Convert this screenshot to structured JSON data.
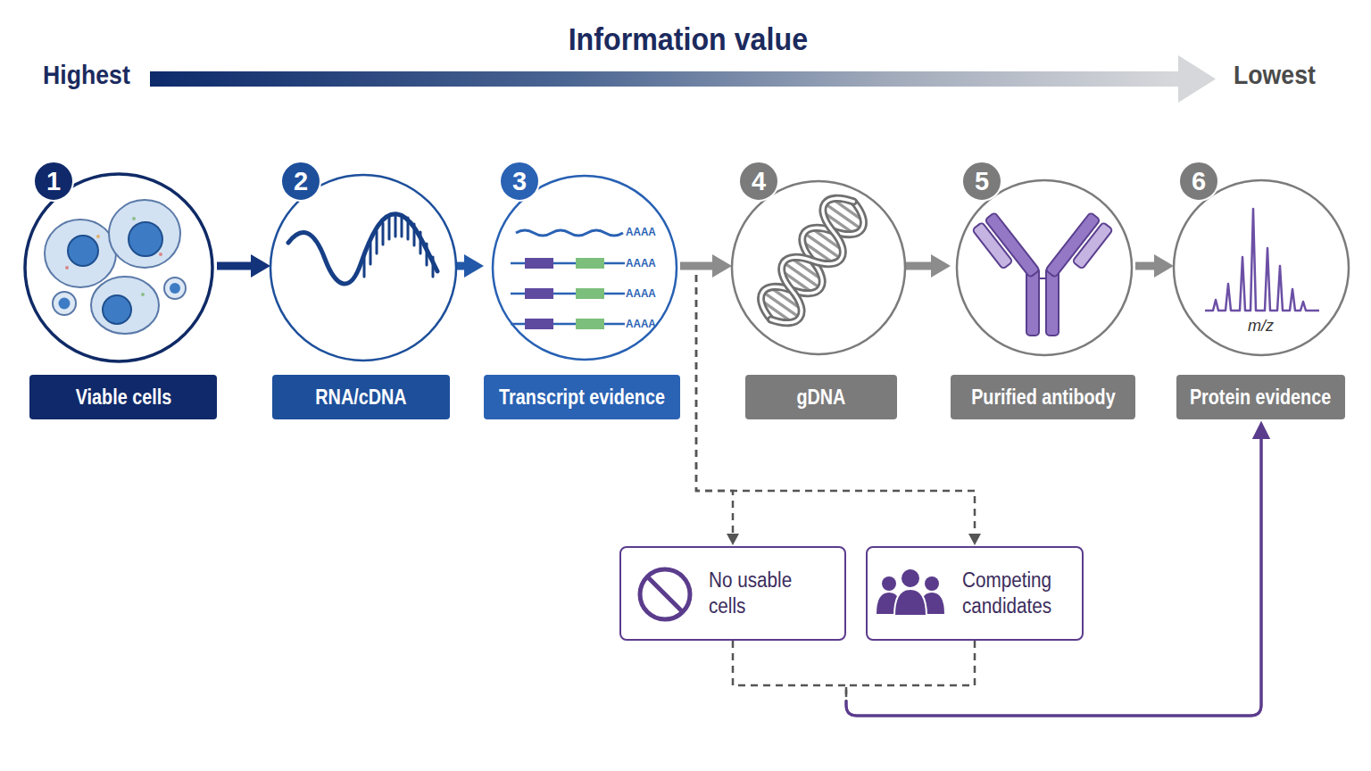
{
  "diagram": {
    "title": "Information value",
    "nodes": [
      {
        "text": [
          "1",
          "Viable cells"
        ]
      },
      {
        "text": [
          "2",
          "RNA/cDNA"
        ]
      },
      {
        "text": [
          "3",
          "Transcript evidence"
        ]
      },
      {
        "text": [
          "4",
          "gDNA"
        ]
      },
      {
        "text": [
          "5",
          "Purified antibody"
        ]
      },
      {
        "text": [
          "6",
          "Protein evidence"
        ]
      },
      {
        "text": [
          "No usable cells"
        ]
      },
      {
        "text": [
          "Competing candidates"
        ]
      }
    ],
    "edges": [
      {
        "from": 0,
        "to": 1,
        "arrow": "to"
      },
      {
        "from": 1,
        "to": 2,
        "arrow": "to"
      },
      {
        "from": 2,
        "to": 3,
        "arrow": "to"
      },
      {
        "from": 3,
        "to": 4,
        "arrow": "to"
      },
      {
        "from": 4,
        "to": 5,
        "arrow": "to"
      },
      {
        "from": 2,
        "to": 6,
        "arrow": "to"
      },
      {
        "from": 2,
        "to": 7,
        "arrow": "to"
      },
      {
        "from": 6,
        "to": 5,
        "arrow": "to"
      },
      {
        "from": 7,
        "to": 5,
        "arrow": "to"
      }
    ],
    "labels": [
      "Highest",
      "Lowest",
      "AAAA",
      "AAAA",
      "AAAA",
      "AAAA",
      "m/z"
    ]
  }
}
